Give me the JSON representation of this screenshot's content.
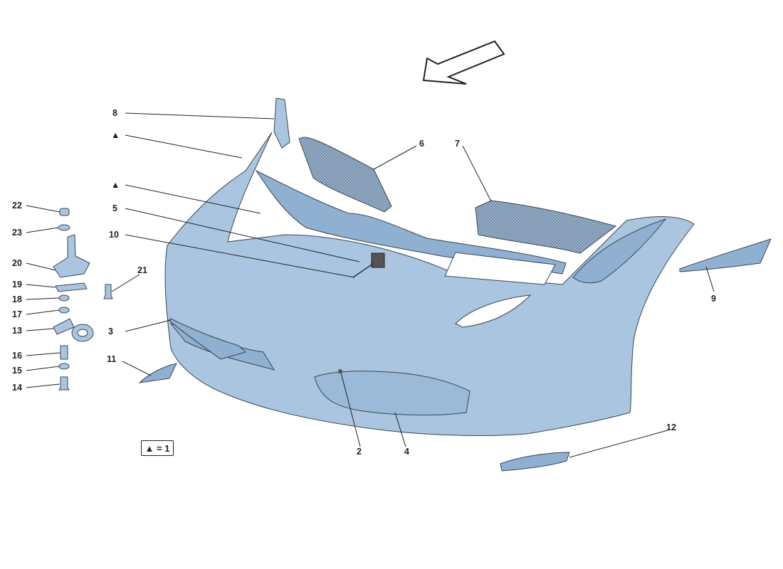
{
  "colors": {
    "part_fill": "#a9c5e0",
    "part_shade": "#8fb0d0",
    "part_dark": "#6f92b6",
    "mesh": "#7c8fa6",
    "line": "#222222"
  },
  "legend": {
    "symbol": "▲",
    "eq": " = 1"
  },
  "callouts": [
    {
      "id": "c8",
      "text": "8"
    },
    {
      "id": "ctri1",
      "text": "▲"
    },
    {
      "id": "ctri2",
      "text": "▲"
    },
    {
      "id": "c5",
      "text": "5"
    },
    {
      "id": "c10",
      "text": "10"
    },
    {
      "id": "c6",
      "text": "6"
    },
    {
      "id": "c7",
      "text": "7"
    },
    {
      "id": "c9",
      "text": "9"
    },
    {
      "id": "c12",
      "text": "12"
    },
    {
      "id": "c2",
      "text": "2"
    },
    {
      "id": "c4",
      "text": "4"
    },
    {
      "id": "c3",
      "text": "3"
    },
    {
      "id": "c11",
      "text": "11"
    },
    {
      "id": "c21",
      "text": "21"
    },
    {
      "id": "c22",
      "text": "22"
    },
    {
      "id": "c23",
      "text": "23"
    },
    {
      "id": "c20",
      "text": "20"
    },
    {
      "id": "c19",
      "text": "19"
    },
    {
      "id": "c18",
      "text": "18"
    },
    {
      "id": "c17",
      "text": "17"
    },
    {
      "id": "c13",
      "text": "13"
    },
    {
      "id": "c16",
      "text": "16"
    },
    {
      "id": "c15",
      "text": "15"
    },
    {
      "id": "c14",
      "text": "14"
    }
  ]
}
